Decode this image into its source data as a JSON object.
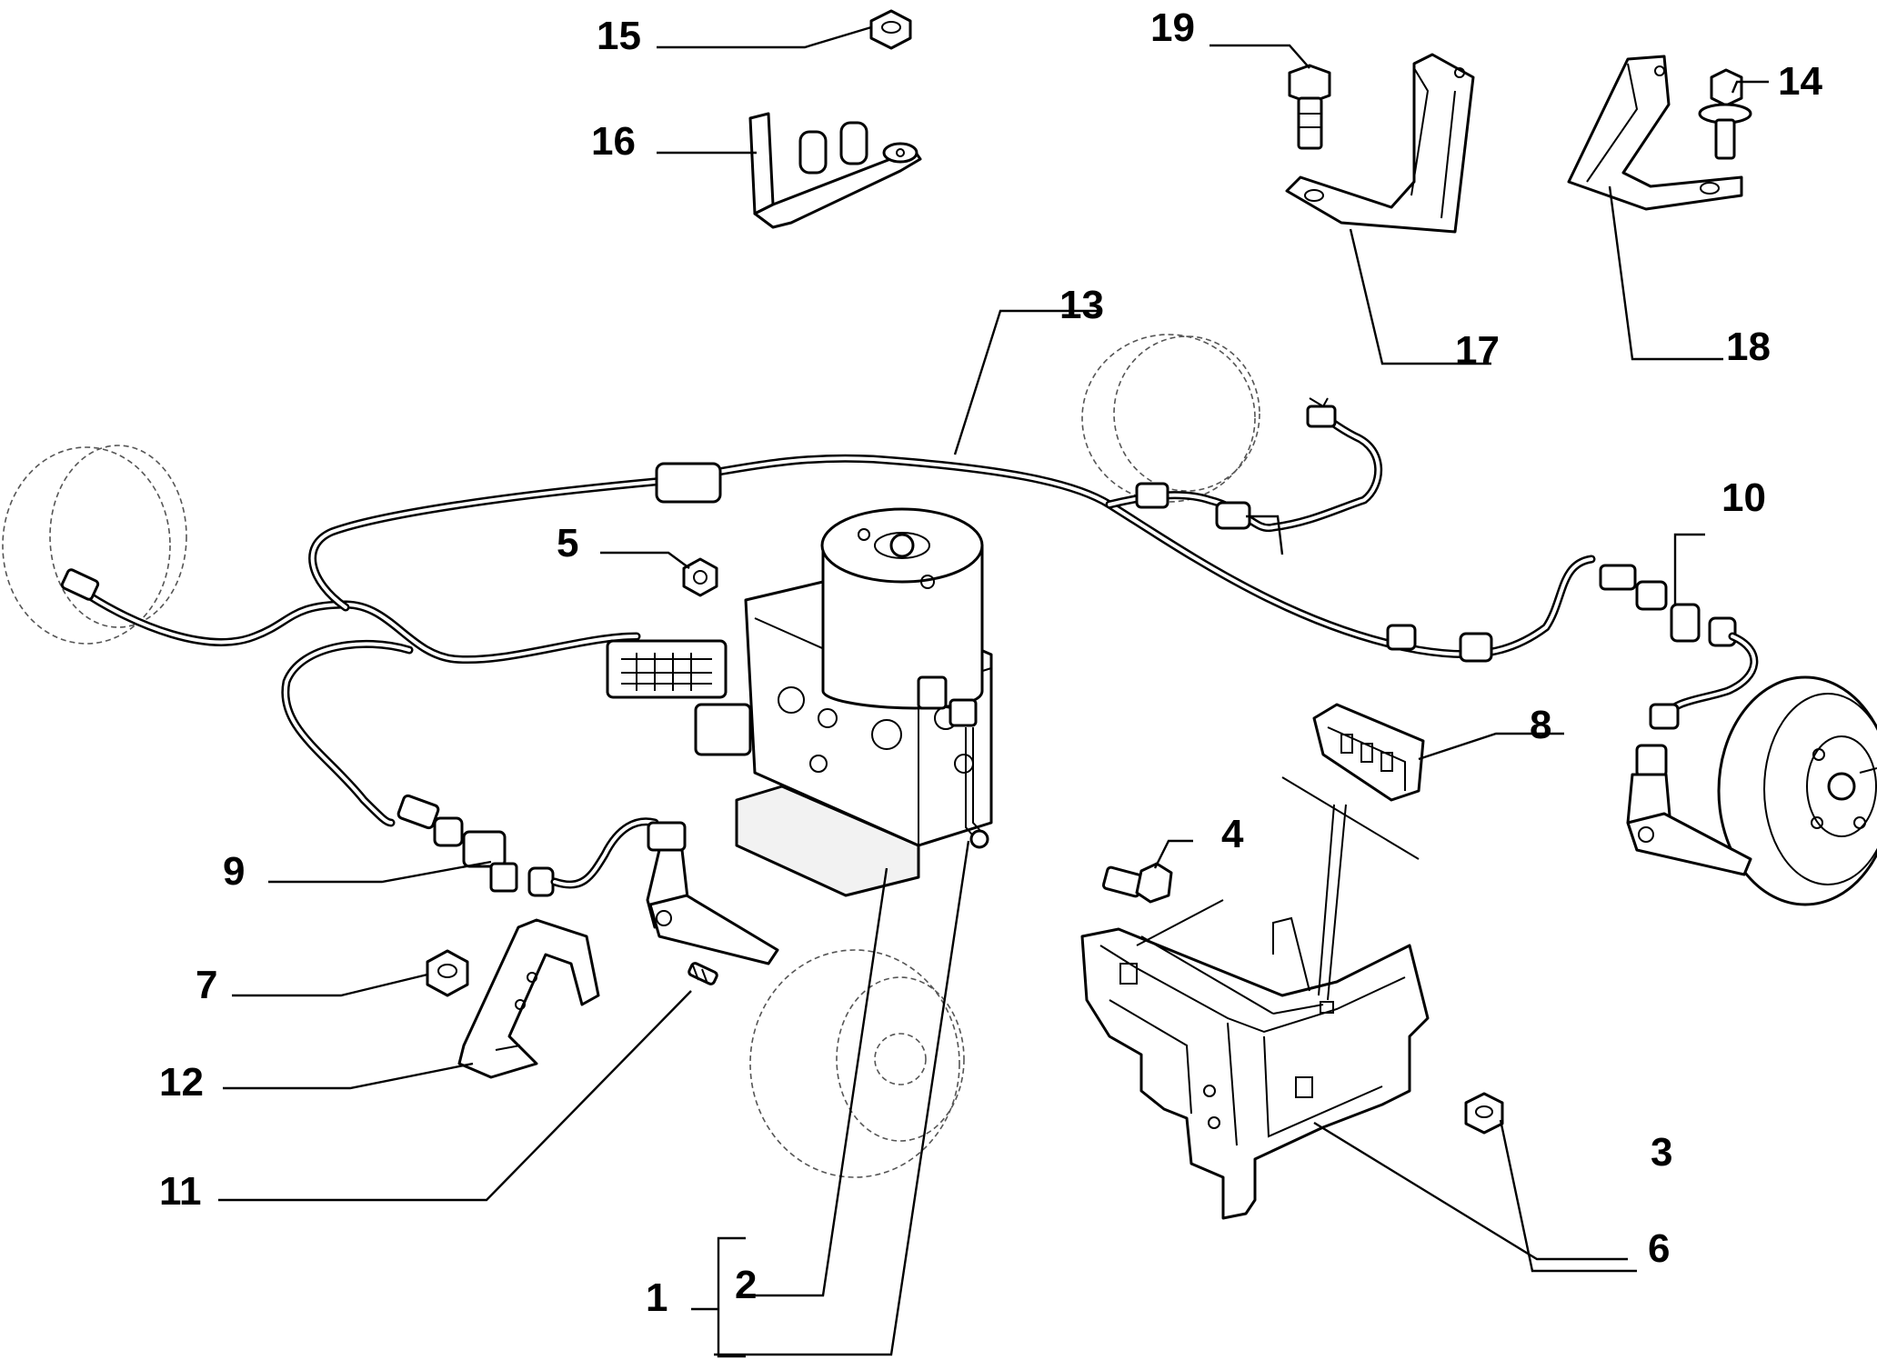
{
  "diagram": {
    "labels": {
      "l1": "1",
      "l2": "2",
      "l3": "3",
      "l4": "4",
      "l5": "5",
      "l6": "6",
      "l7": "7",
      "l8": "8",
      "l9": "9",
      "l10": "10",
      "l11": "11",
      "l12": "12",
      "l13": "13",
      "l14": "14",
      "l15": "15",
      "l16": "16",
      "l17": "17",
      "l18": "18",
      "l19": "19"
    }
  }
}
